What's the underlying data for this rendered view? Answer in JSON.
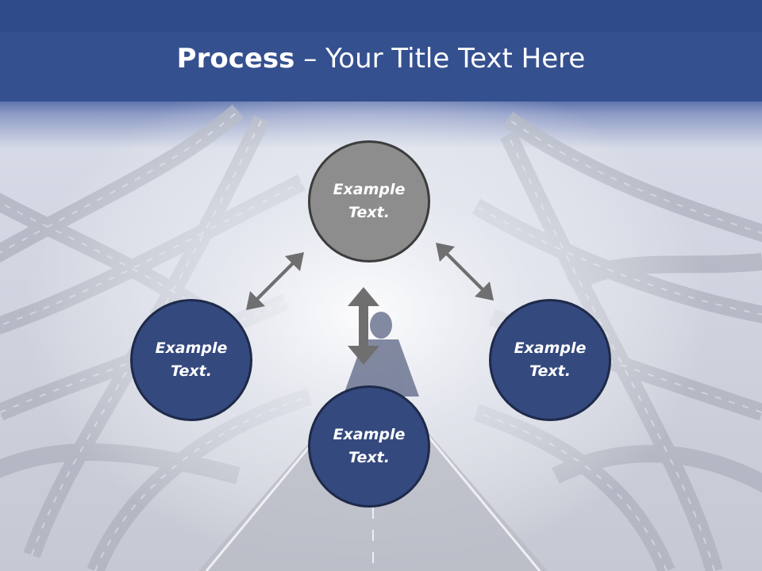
{
  "title": {
    "bold": "Process",
    "separator": "–",
    "rest": "Your Title Text Here"
  },
  "nodes": {
    "top": {
      "line1": "Example",
      "line2": "Text."
    },
    "left": {
      "line1": "Example",
      "line2": "Text."
    },
    "right": {
      "line1": "Example",
      "line2": "Text."
    },
    "bottom": {
      "line1": "Example",
      "line2": "Text."
    }
  },
  "colors": {
    "header": "#35508f",
    "node_blue": "#34497e",
    "node_gray": "#8d8d8d",
    "arrow": "#6f6f6f"
  }
}
